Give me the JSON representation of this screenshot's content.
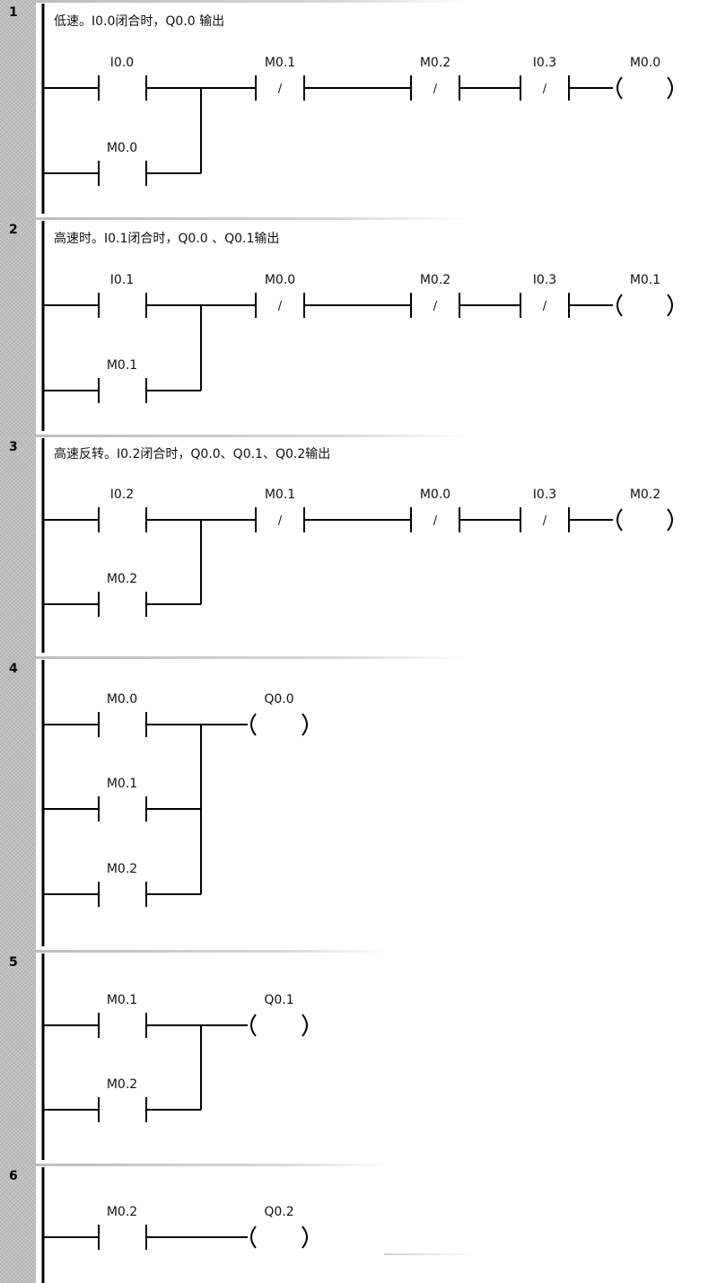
{
  "networks": [
    {
      "number": "1",
      "comment": "低速。I0.0闭合时，Q0.0     输出",
      "contacts": [
        "I0.0",
        "M0.0",
        "M0.1",
        "M0.2",
        "I0.3"
      ],
      "coil": "M0.0"
    },
    {
      "number": "2",
      "comment": "高速时。I0.1闭合时，Q0.0 、Q0.1输出",
      "contacts": [
        "I0.1",
        "M0.1",
        "M0.0",
        "M0.2",
        "I0.3"
      ],
      "coil": "M0.1"
    },
    {
      "number": "3",
      "comment": "高速反转。I0.2闭合时，Q0.0、Q0.1、Q0.2输出",
      "contacts": [
        "I0.2",
        "M0.2",
        "M0.1",
        "M0.0",
        "I0.3"
      ],
      "coil": "M0.2"
    },
    {
      "number": "4",
      "comment": "",
      "contacts": [
        "M0.0",
        "M0.1",
        "M0.2"
      ],
      "coil": "Q0.0"
    },
    {
      "number": "5",
      "comment": "",
      "contacts": [
        "M0.1",
        "M0.2"
      ],
      "coil": "Q0.1"
    },
    {
      "number": "6",
      "comment": "",
      "contacts": [
        "M0.2"
      ],
      "coil": "Q0.2"
    }
  ],
  "symbols": {
    "nc_mark": "/"
  },
  "colors": {
    "line": "#000000",
    "gutter": "#c9c9c9",
    "separator": "#bdbdbd"
  }
}
